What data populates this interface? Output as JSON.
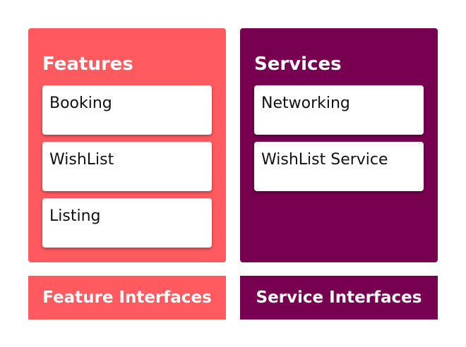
{
  "colors": {
    "features_accent": "#ff5a5f",
    "services_accent": "#780050"
  },
  "features": {
    "title": "Features",
    "items": [
      {
        "label": "Booking"
      },
      {
        "label": "WishList"
      },
      {
        "label": "Listing"
      }
    ],
    "interfaces_label": "Feature Interfaces"
  },
  "services": {
    "title": "Services",
    "items": [
      {
        "label": "Networking"
      },
      {
        "label": "WishList Service"
      }
    ],
    "interfaces_label": "Service Interfaces"
  }
}
